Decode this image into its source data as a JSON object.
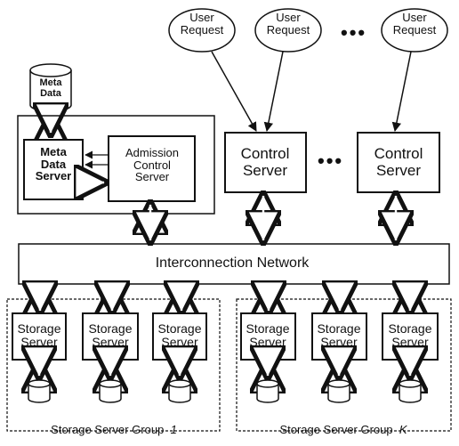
{
  "user_requests": [
    "User\nRequest",
    "User\nRequest",
    "User\nRequest"
  ],
  "ellipsis": "•••",
  "meta_data_store": "Meta\nData",
  "meta_data_server": "Meta\nData\nServer",
  "admission_control_server": "Admission\nControl\nServer",
  "control_servers": [
    "Control\nServer",
    "Control\nServer"
  ],
  "interconnection_network": "Interconnection Network",
  "storage_servers": [
    "Storage\nServer",
    "Storage\nServer",
    "Storage\nServer",
    "Storage\nServer",
    "Storage\nServer",
    "Storage\nServer"
  ],
  "group_1_label": "Storage  Server  Group",
  "group_1_index": "1",
  "group_k_label": "Storage  Server  Group",
  "group_k_index": "K"
}
